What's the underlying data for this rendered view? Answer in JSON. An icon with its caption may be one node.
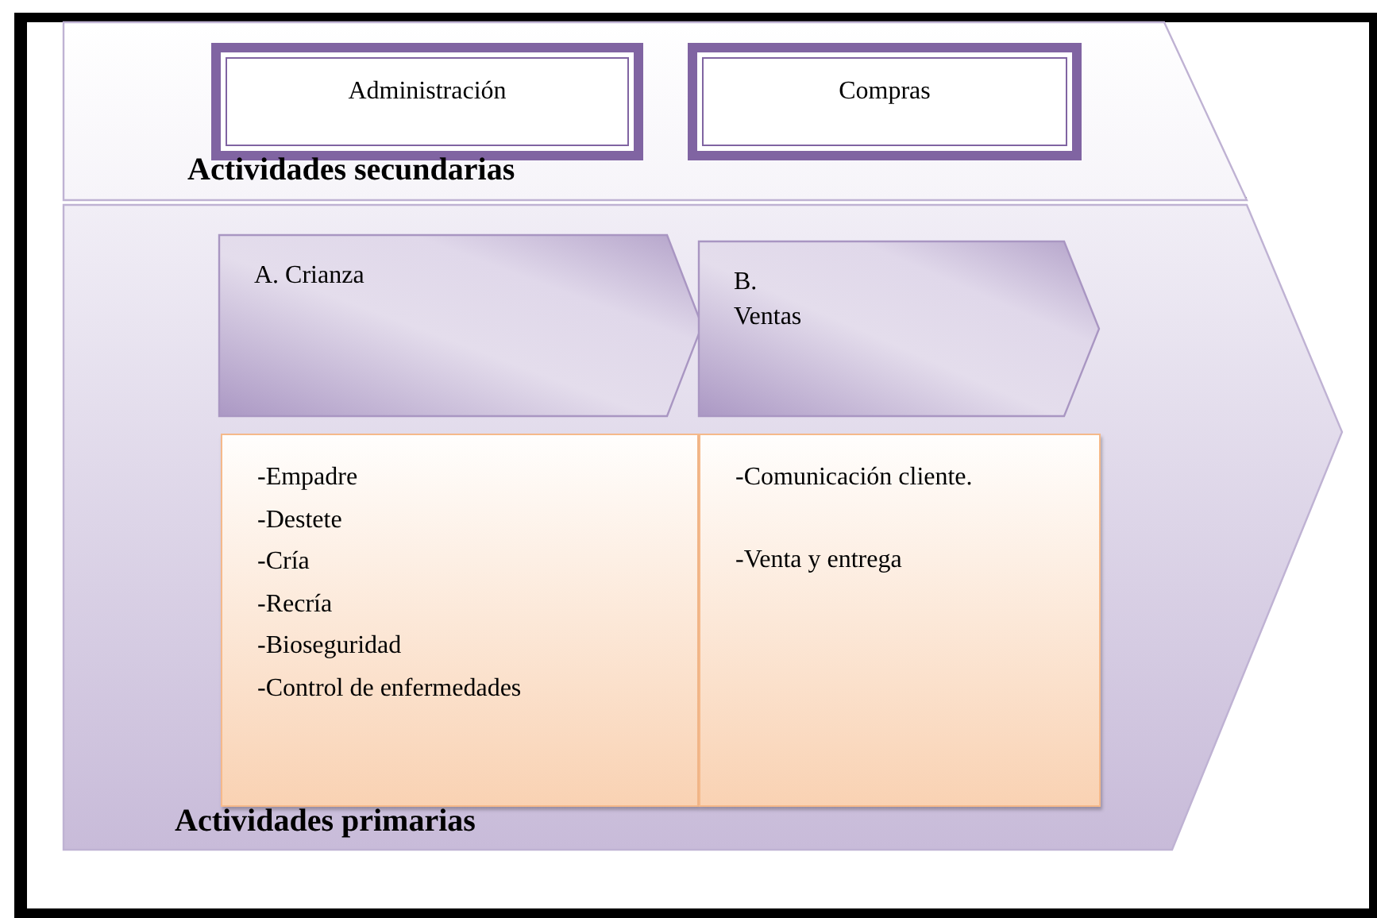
{
  "diagram": {
    "nodes": [
      {
        "text": [
          "Actividades secundarias"
        ]
      },
      {
        "text": [
          "Administración"
        ],
        "in": 0
      },
      {
        "text": [
          "Compras"
        ],
        "in": 0
      },
      {
        "text": [
          "Actividades primarias"
        ]
      },
      {
        "text": [
          "A. Crianza"
        ],
        "in": 3
      },
      {
        "text": [
          "B. Ventas"
        ],
        "in": 3
      },
      {
        "text": [
          "-Empadre",
          "-Destete",
          "-Cría",
          "-Recría",
          "-Bioseguridad",
          "-Control de enfermedades"
        ],
        "in": 3
      },
      {
        "text": [
          "-Comunicación cliente.",
          "-Venta y entrega"
        ],
        "in": 3
      }
    ]
  }
}
